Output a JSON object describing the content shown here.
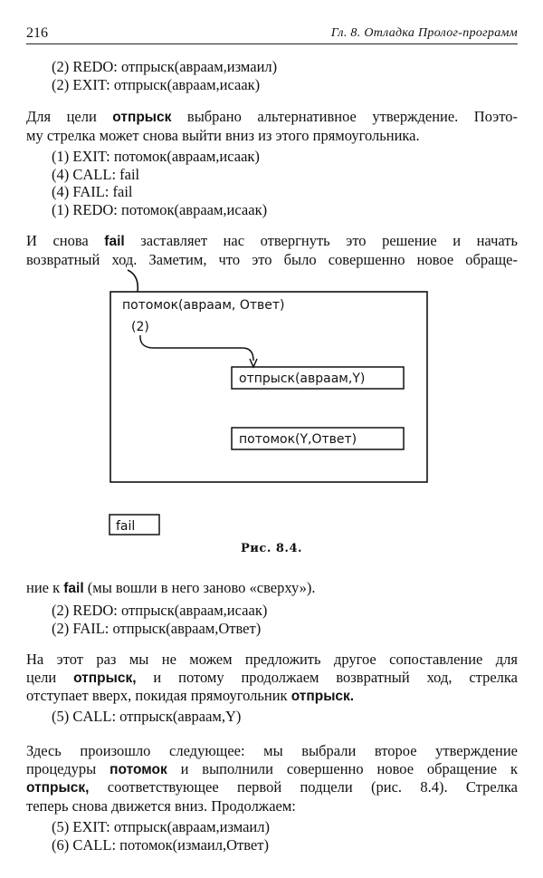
{
  "header": {
    "page_number": "216",
    "running_title": "Гл. 8. Отладка Пролог-программ"
  },
  "trace1": [
    "(2) REDO: отпрыск(авраам,измаил)",
    "(2) EXIT: отпрыск(авраам,исаак)"
  ],
  "para1": [
    "Для цели отпрыск выбрано альтернативное утверждение. Поэто-",
    "му стрелка может снова выйти вниз из этого прямоугольника."
  ],
  "trace2": [
    "(1) EXIT: потомок(авраам,исаак)",
    "(4) CALL: fail",
    "(4) FAIL: fail",
    "(1) REDO: потомок(авраам,исаак)"
  ],
  "para2": [
    "И снова fail заставляет нас отвергнуть это решение и начать",
    "возвратный ход. Заметим, что это было совершенно новое обраще-"
  ],
  "figure": {
    "outer_label": "потомок(авраам, Ответ)",
    "marker": "(2)",
    "box1": "отпрыск(авраам,Y)",
    "box2": "потомок(Y,Ответ)",
    "fail_box": "fail",
    "caption": "Рис. 8.4."
  },
  "para3": [
    "ние к fail (мы вошли в него заново «сверху»)."
  ],
  "trace3": [
    "(2) REDO: отпрыск(авраам,исаак)",
    "(2) FAIL: отпрыск(авраам,Ответ)"
  ],
  "para4": [
    "На этот раз мы не можем предложить другое сопоставление для",
    "цели отпрыск, и потому продолжаем возвратный ход, стрелка",
    "отступает вверх, покидая прямоугольник отпрыск."
  ],
  "trace4": [
    "(5) CALL: отпрыск(авраам,Y)"
  ],
  "para5": [
    "Здесь произошло следующее: мы выбрали второе утверждение",
    "процедуры потомок и выполнили совершенно новое обращение к",
    "отпрыск, соответствующее первой подцели (рис. 8.4). Стрелка",
    "теперь снова движется вниз. Продолжаем:"
  ],
  "trace5": [
    "(5) EXIT: отпрыск(авраам,измаил)",
    "(6) CALL: потомок(измаил,Ответ)"
  ]
}
